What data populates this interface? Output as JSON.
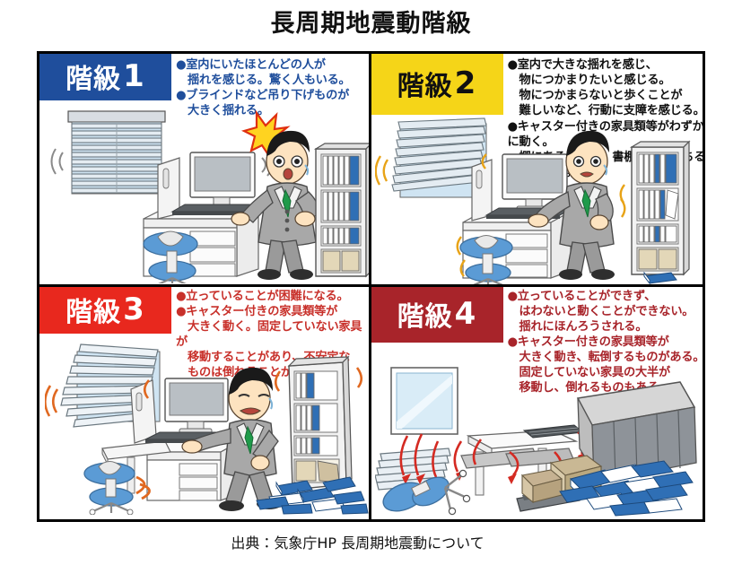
{
  "page": {
    "title": "長周期地震動階級",
    "source": "出典：気象庁HP 長周期地震動について",
    "background": "#ffffff",
    "frame_color": "#000000"
  },
  "panels": [
    {
      "id": "class-1",
      "badge_label": "階級",
      "badge_number": "1",
      "badge_bg": "#1f4e9c",
      "badge_text_color": "#ffffff",
      "text_color": "#1f4e9c",
      "description": "●室内にいたほとんどの人が\n　揺れを感じる。驚く人もいる。\n●ブラインドなど吊り下げものが\n　大きく揺れる。",
      "scene": {
        "blinds": "partially-tilted",
        "person": "standing-surprised",
        "chair": "upright",
        "shelf": "upright-full",
        "books_on_floor": 0,
        "shake_color": "#7f7f7f"
      }
    },
    {
      "id": "class-2",
      "badge_label": "階級",
      "badge_number": "2",
      "badge_bg": "#f5d518",
      "badge_text_color": "#111111",
      "text_color": "#111111",
      "description": "●室内で大きな揺れを感じ、\n　物につかまりたいと感じる。\n　物につかまらないと歩くことが\n　難しいなど、行動に支障を感じる。\n●キャスター付きの家具類等がわずかに動く。\n　棚にある食器類、書棚の本が落ちることがある。",
      "scene": {
        "blinds": "swinging-strong",
        "person": "holding-desk",
        "chair": "shaking",
        "shelf": "upright-book-falling",
        "books_on_floor": 1,
        "shake_color": "#e8a317"
      }
    },
    {
      "id": "class-3",
      "badge_label": "階級",
      "badge_number": "3",
      "badge_bg": "#e8281e",
      "badge_text_color": "#ffffff",
      "text_color": "#c8302a",
      "description": "●立っていることが困難になる。\n●キャスター付きの家具類等が\n　大きく動く。固定していない家具が\n　移動することがあり、不安定な\n　ものは倒れることがある。",
      "scene": {
        "blinds": "flailing",
        "person": "crouching-holding",
        "chair": "rolled-away",
        "shelf": "tilted",
        "books_on_floor": 9,
        "shake_color": "#e06820"
      }
    },
    {
      "id": "class-4",
      "badge_label": "階級",
      "badge_number": "4",
      "badge_bg": "#a8242a",
      "badge_text_color": "#ffffff",
      "text_color": "#a8242a",
      "description": "●立っていることができず、\n　はわないと動くことができない。\n　揺れにほんろうされる。\n●キャスター付きの家具類等が\n　大きく動き、転倒するものがある。\n　固定していない家具の大半が\n　移動し、倒れるものもある。",
      "scene": {
        "blinds": "collapsed",
        "person": "absent",
        "chair": "toppled",
        "shelf": "fallen-over",
        "books_on_floor": 12,
        "shake_color": "#d42a22"
      }
    }
  ]
}
